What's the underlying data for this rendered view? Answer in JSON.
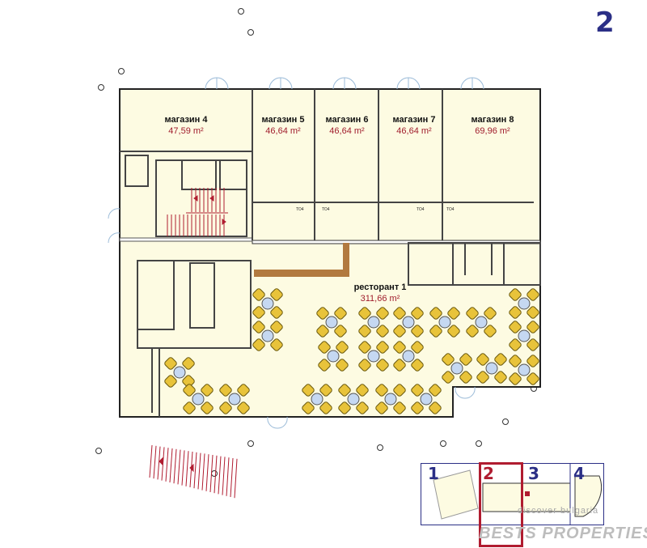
{
  "floor_number": "2",
  "shops": [
    {
      "label": "магазин 4",
      "area": "47,59 m²"
    },
    {
      "label": "магазин 5",
      "area": "46,64 m²"
    },
    {
      "label": "магазин 6",
      "area": "46,64 m²"
    },
    {
      "label": "магазин 7",
      "area": "46,64 m²"
    },
    {
      "label": "магазин 8",
      "area": "69,96 m²"
    }
  ],
  "restaurant": {
    "label": "ресторант 1",
    "area": "311,66 m²"
  },
  "panel_label": "ТО4",
  "minimap": {
    "floors": [
      "1",
      "2",
      "3",
      "4"
    ],
    "selected": "2"
  },
  "watermark": {
    "line1": "discover bulgaria",
    "line2": "BESTS PROPERTIES"
  },
  "colors": {
    "floor": "#fdfbe2",
    "wall": "#333333",
    "accent": "#a01c2c",
    "brand": "#2b2f86",
    "chair": "#e8c33a",
    "table": "#c5d8f2",
    "corridor": "#b27a3f"
  }
}
